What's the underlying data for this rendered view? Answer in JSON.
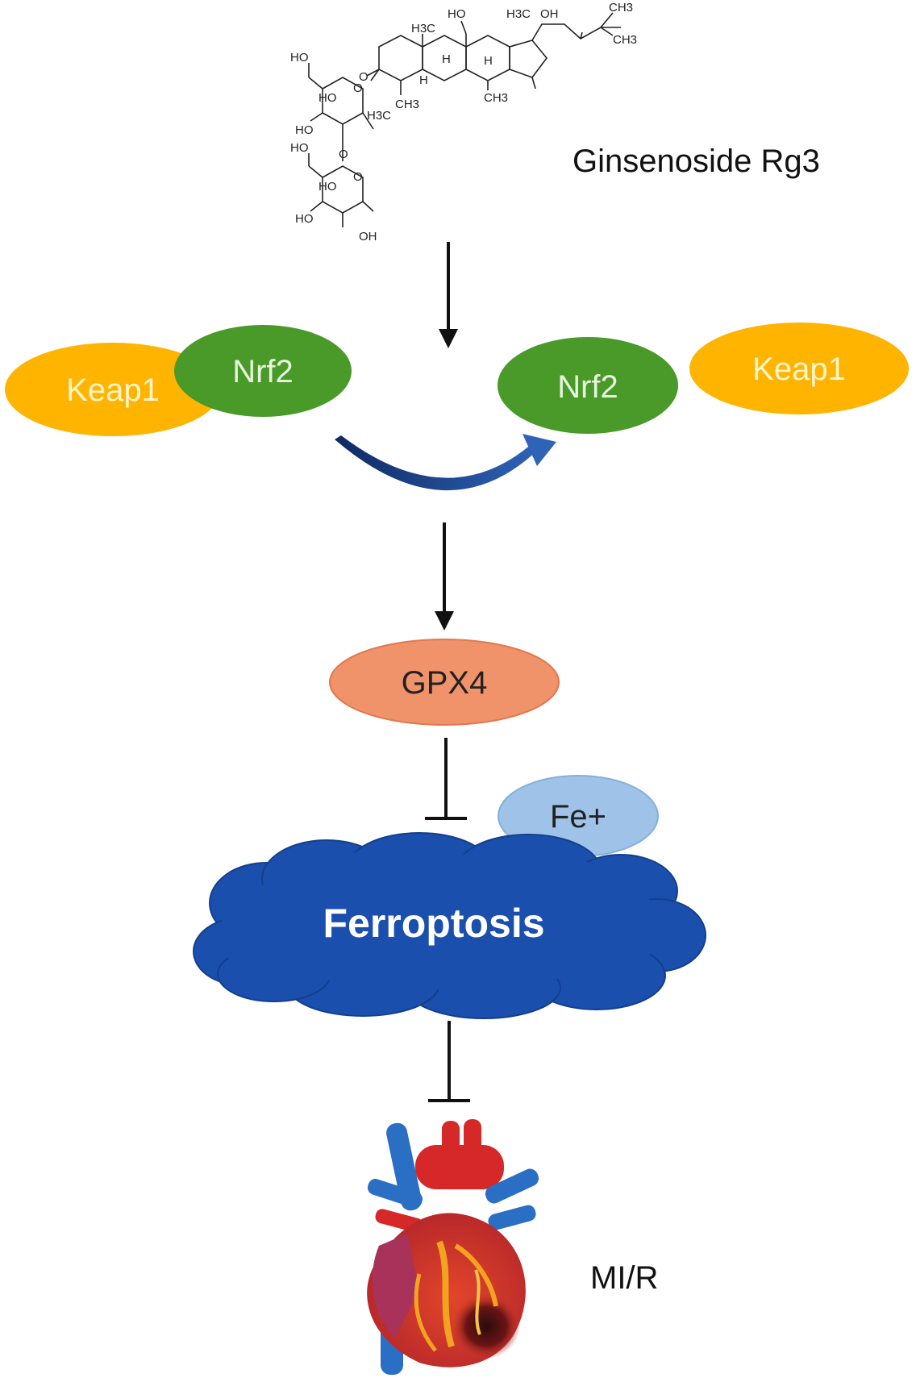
{
  "compound": {
    "name": "Ginsenoside Rg3",
    "atoms": {
      "ho_top": "HO",
      "oh_side": "OH",
      "h3c_a": "H3C",
      "h3c_b": "H3C",
      "h3c_c": "H3C",
      "ch3_a": "CH3",
      "ch3_b": "CH3",
      "ch3_c": "CH3",
      "ch3_d": "CH3",
      "h_a": "H",
      "h_b": "H",
      "h_c": "H",
      "o_link1": "O",
      "o_link2": "O",
      "o_ring1": "O",
      "o_ring2": "O",
      "ho_s1a": "HO",
      "ho_s1b": "HO",
      "ho_s1c": "HO",
      "ho_s2a": "HO",
      "ho_s2b": "HO",
      "ho_s2c": "HO",
      "oh_s2": "OH"
    }
  },
  "complex": {
    "keap1": "Keap1",
    "nrf2": "Nrf2"
  },
  "released": {
    "nrf2": "Nrf2",
    "keap1": "Keap1"
  },
  "gpx4": "GPX4",
  "iron": "Fe+",
  "ferroptosis": "Ferroptosis",
  "outcome": "MI/R",
  "colors": {
    "keap1": "#ffb400",
    "nrf2": "#4a9a2a",
    "gpx4": "#f0936a",
    "iron": "#9fc3e8",
    "cloud": "#1a4fae",
    "curved_arrow": "#1c3f86"
  }
}
